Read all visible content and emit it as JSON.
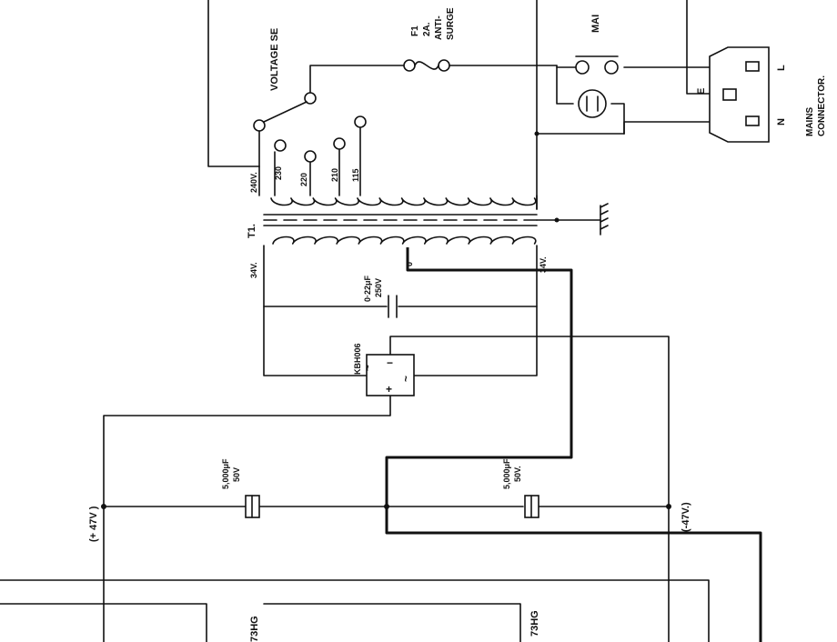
{
  "labels": {
    "voltage_selector": "VOLTAGE SE",
    "fuse_ref": "F1",
    "fuse_rating": "2A.",
    "fuse_type_1": "ANTI-",
    "fuse_type_2": "SURGE",
    "mains_switch": "MAI",
    "mains_connector_1": "MAINS",
    "mains_connector_2": "CONNECTOR.",
    "pin_e": "E",
    "pin_l": "L",
    "pin_n": "N",
    "tap_240": "240V.",
    "tap_230": "230",
    "tap_220": "220",
    "tap_210": "210",
    "tap_115": "115",
    "transformer": "T1.",
    "sec_left": "34V.",
    "sec_right": "34V.",
    "sec_center": "0",
    "cap_small_value": "0·22μF",
    "cap_small_voltage": "250V",
    "rectifier": "KBH006",
    "rect_minus": "−",
    "rect_plus": "+",
    "rect_ac1": "~",
    "rect_ac2": "~",
    "cap_left_value": "5,000μF",
    "cap_left_voltage": "50V",
    "cap_right_value": "5,000μF",
    "cap_right_voltage": "50V.",
    "rail_pos": "(+ 47V )",
    "rail_neg": "(-47V.)",
    "ic_left": "73HG",
    "ic_right": "73HG"
  }
}
